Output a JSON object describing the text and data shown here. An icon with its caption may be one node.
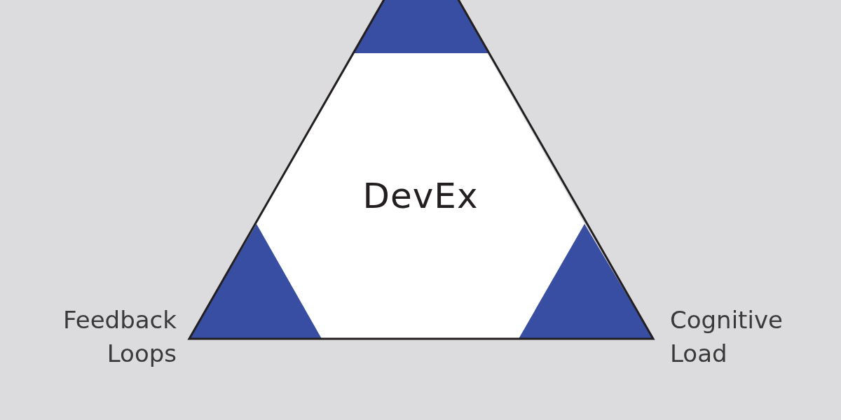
{
  "diagram": {
    "nodes": [
      {
        "text": [
          "DevEx"
        ]
      },
      {
        "text": [],
        "shape": "triangle"
      },
      {
        "text": [],
        "shape": "triangle",
        "beside": [
          "Feedback Loops"
        ]
      },
      {
        "text": [],
        "shape": "triangle",
        "beside": [
          "Cognitive Load"
        ]
      }
    ]
  }
}
